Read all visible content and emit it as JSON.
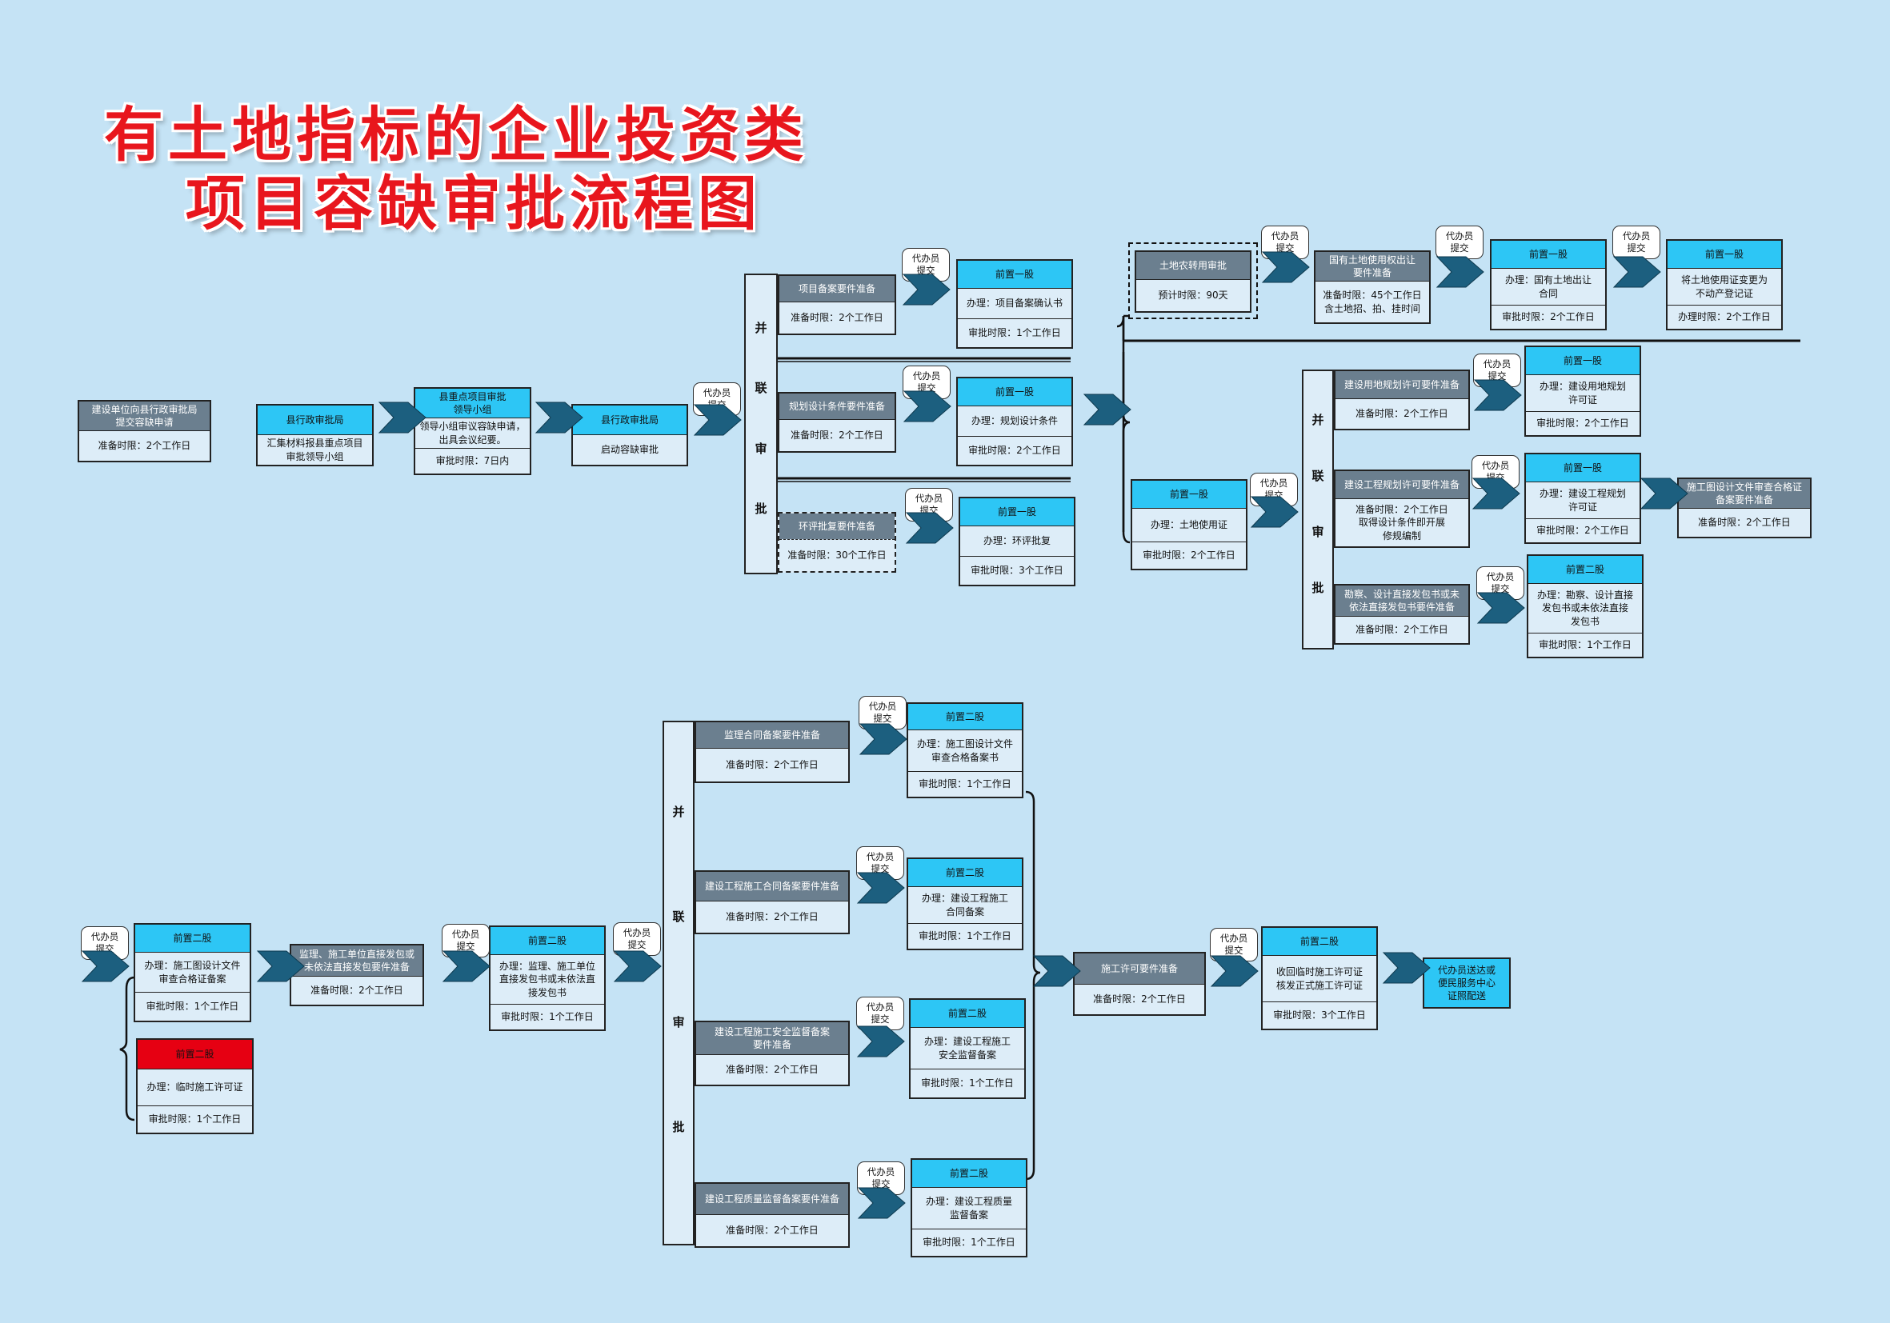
{
  "title": {
    "line1": "有土地指标的企业投资类",
    "line2": "项目容缺审批流程图"
  },
  "agent_label": "代办员\n提交",
  "parallel_label": [
    "并",
    "联",
    "审",
    "批"
  ],
  "colors": {
    "gray_header": "#6b7f8f",
    "blue_header": "#2dc6f5",
    "red_header": "#e60012",
    "body": "#ddedf8",
    "background": "#c5e3f5",
    "title": "#e8161d",
    "arrow": "#1c5f7f"
  },
  "boxes": {
    "b1": {
      "rows": [
        "建设单位向县行政审批局\n提交容缺申请",
        "准备时限：2个工作日"
      ]
    },
    "b2": {
      "rows": [
        "县行政审批局",
        "汇集材料报县重点项目\n审批领导小组"
      ]
    },
    "b3": {
      "rows": [
        "县重点项目审批\n领导小组",
        "领导小组审议容缺申请，\n出具会议纪要。",
        "审批时限：7日内"
      ]
    },
    "b4": {
      "rows": [
        "县行政审批局",
        "启动容缺审批"
      ]
    },
    "p1a": {
      "rows": [
        "项目备案要件准备",
        "准备时限：2个工作日"
      ]
    },
    "p1b": {
      "rows": [
        "规划设计条件要件准备",
        "准备时限：2个工作日"
      ]
    },
    "p1c": {
      "rows": [
        "环评批复要件准备",
        "准备时限：30个工作日"
      ]
    },
    "r1a": {
      "rows": [
        "前置一股",
        "办理：项目备案确认书",
        "审批时限：1个工作日"
      ]
    },
    "r1b": {
      "rows": [
        "前置一股",
        "办理：规划设计条件",
        "审批时限：2个工作日"
      ]
    },
    "r1c": {
      "rows": [
        "前置一股",
        "办理：环评批复",
        "审批时限：3个工作日"
      ]
    },
    "u1": {
      "rows": [
        "土地农转用审批",
        "预计时限：90天"
      ]
    },
    "u2": {
      "rows": [
        "国有土地使用权出让\n要件准备",
        "准备时限：45个工作日\n含土地招、拍、挂时间"
      ]
    },
    "u3": {
      "rows": [
        "前置一股",
        "办理：国有土地出让\n合同",
        "审批时限：2个工作日"
      ]
    },
    "u4": {
      "rows": [
        "前置一股",
        "将土地使用证变更为\n不动产登记证",
        "办理时限：2个工作日"
      ]
    },
    "l1": {
      "rows": [
        "前置一股",
        "办理：土地使用证",
        "审批时限：2个工作日"
      ]
    },
    "p2a": {
      "rows": [
        "建设用地规划许可要件准备",
        "准备时限：2个工作日"
      ]
    },
    "p2b": {
      "rows": [
        "建设工程规划许可要件准备",
        "准备时限：2个工作日\n取得设计条件即开展\n修规编制"
      ]
    },
    "p2c": {
      "rows": [
        "勘察、设计直接发包书或未\n依法直接发包书要件准备",
        "准备时限：2个工作日"
      ]
    },
    "r2a": {
      "rows": [
        "前置一股",
        "办理：建设用地规划\n许可证",
        "审批时限：2个工作日"
      ]
    },
    "r2b": {
      "rows": [
        "前置一股",
        "办理：建设工程规划\n许可证",
        "审批时限：2个工作日"
      ]
    },
    "r2c": {
      "rows": [
        "前置二股",
        "办理：勘察、设计直接\n发包书或未依法直接\n发包书",
        "审批时限：1个工作日"
      ]
    },
    "x1": {
      "rows": [
        "施工图设计文件审查合格证\n备案要件准备",
        "准备时限：2个工作日"
      ]
    },
    "c1": {
      "rows": [
        "前置二股",
        "办理：施工图设计文件\n审查合格证备案",
        "审批时限：1个工作日"
      ]
    },
    "c2": {
      "rows": [
        "前置二股",
        "办理：临时施工许可证",
        "审批时限：1个工作日"
      ]
    },
    "c3": {
      "rows": [
        "监理、施工单位直接发包或\n未依法直接发包要件准备",
        "准备时限：2个工作日"
      ]
    },
    "c4": {
      "rows": [
        "前置二股",
        "办理：监理、施工单位\n直接发包书或未依法直\n接发包书",
        "审批时限：1个工作日"
      ]
    },
    "p3a": {
      "rows": [
        "监理合同备案要件准备",
        "准备时限：2个工作日"
      ]
    },
    "p3b": {
      "rows": [
        "建设工程施工合同备案要件准备",
        "准备时限：2个工作日"
      ]
    },
    "p3c": {
      "rows": [
        "建设工程施工安全监督备案\n要件准备",
        "准备时限：2个工作日"
      ]
    },
    "p3d": {
      "rows": [
        "建设工程质量监督备案要件准备",
        "准备时限：2个工作日"
      ]
    },
    "r3a": {
      "rows": [
        "前置二股",
        "办理：施工图设计文件\n审查合格备案书",
        "审批时限：1个工作日"
      ]
    },
    "r3b": {
      "rows": [
        "前置二股",
        "办理：建设工程施工\n合同备案",
        "审批时限：1个工作日"
      ]
    },
    "r3c": {
      "rows": [
        "前置二股",
        "办理：建设工程施工\n安全监督备案",
        "审批时限：1个工作日"
      ]
    },
    "r3d": {
      "rows": [
        "前置二股",
        "办理：建设工程质量\n监督备案",
        "审批时限：1个工作日"
      ]
    },
    "f1": {
      "rows": [
        "施工许可要件准备",
        "准备时限：2个工作日"
      ]
    },
    "f2": {
      "rows": [
        "前置二股",
        "收回临时施工许可证\n核发正式施工许可证",
        "审批时限：3个工作日"
      ]
    },
    "f3": {
      "rows": [
        "代办员送达或\n便民服务中心\n证照配送"
      ]
    }
  }
}
